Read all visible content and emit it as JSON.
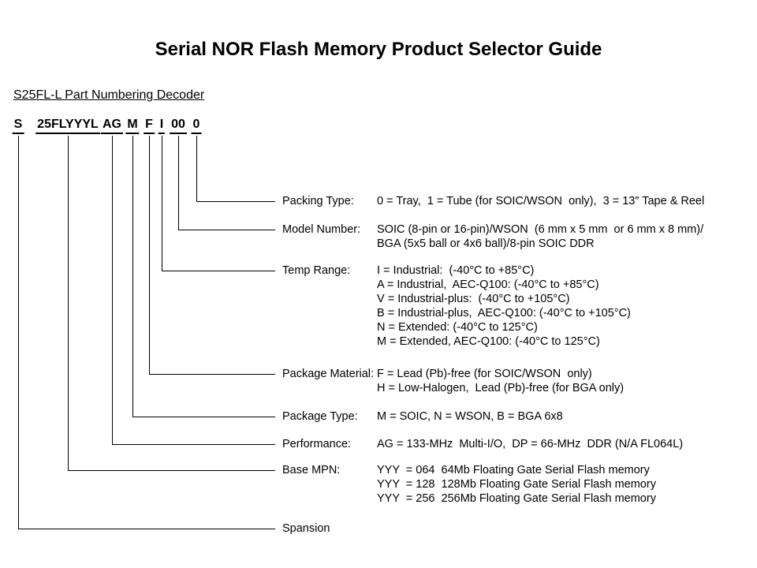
{
  "title": "Serial NOR Flash Memory Product Selector Guide",
  "subtitle": "S25FL-L Part Numbering Decoder",
  "part_number": {
    "segments": [
      "S",
      "25FLYYYL",
      "AG",
      "M",
      "F",
      "I",
      "00",
      "0"
    ]
  },
  "decoder_rows": [
    {
      "label": "Packing Type:",
      "lines": [
        "0 = Tray,  1 = Tube (for SOIC/WSON  only),  3 = 13″ Tape & Reel"
      ]
    },
    {
      "label": "Model Number:",
      "lines": [
        "SOIC (8-pin or 16-pin)/WSON  (6 mm x 5 mm  or 6 mm x 8 mm)/",
        "BGA (5x5 ball or 4x6 ball)/8-pin SOIC DDR"
      ]
    },
    {
      "label": "Temp Range:",
      "lines": [
        "I = Industrial:  (-40°C to +85°C)",
        "A = Industrial,  AEC-Q100: (-40°C to +85°C)",
        "V = Industrial-plus:  (-40°C to +105°C)",
        "B = Industrial-plus,  AEC-Q100: (-40°C to +105°C)",
        "N = Extended: (-40°C to 125°C)",
        "M = Extended, AEC-Q100: (-40°C to 125°C)"
      ]
    },
    {
      "label": "Package Material:",
      "lines": [
        "F = Lead (Pb)-free (for SOIC/WSON  only)",
        "H = Low-Halogen,  Lead (Pb)-free (for BGA only)"
      ]
    },
    {
      "label": "Package Type:",
      "lines": [
        "M = SOIC, N = WSON, B = BGA 6x8"
      ]
    },
    {
      "label": "Performance:",
      "lines": [
        "AG = 133-MHz  Multi-I/O,  DP = 66-MHz  DDR (N/A FL064L)"
      ]
    },
    {
      "label": "Base MPN:",
      "lines": [
        "YYY  = 064  64Mb Floating Gate Serial Flash memory",
        "YYY  = 128  128Mb Floating Gate Serial Flash memory",
        "YYY  = 256  256Mb Floating Gate Serial Flash memory"
      ]
    },
    {
      "label": "Spansion",
      "lines": []
    }
  ],
  "colors": {
    "background": "#ffffff",
    "text": "#000000",
    "line": "#000000"
  }
}
